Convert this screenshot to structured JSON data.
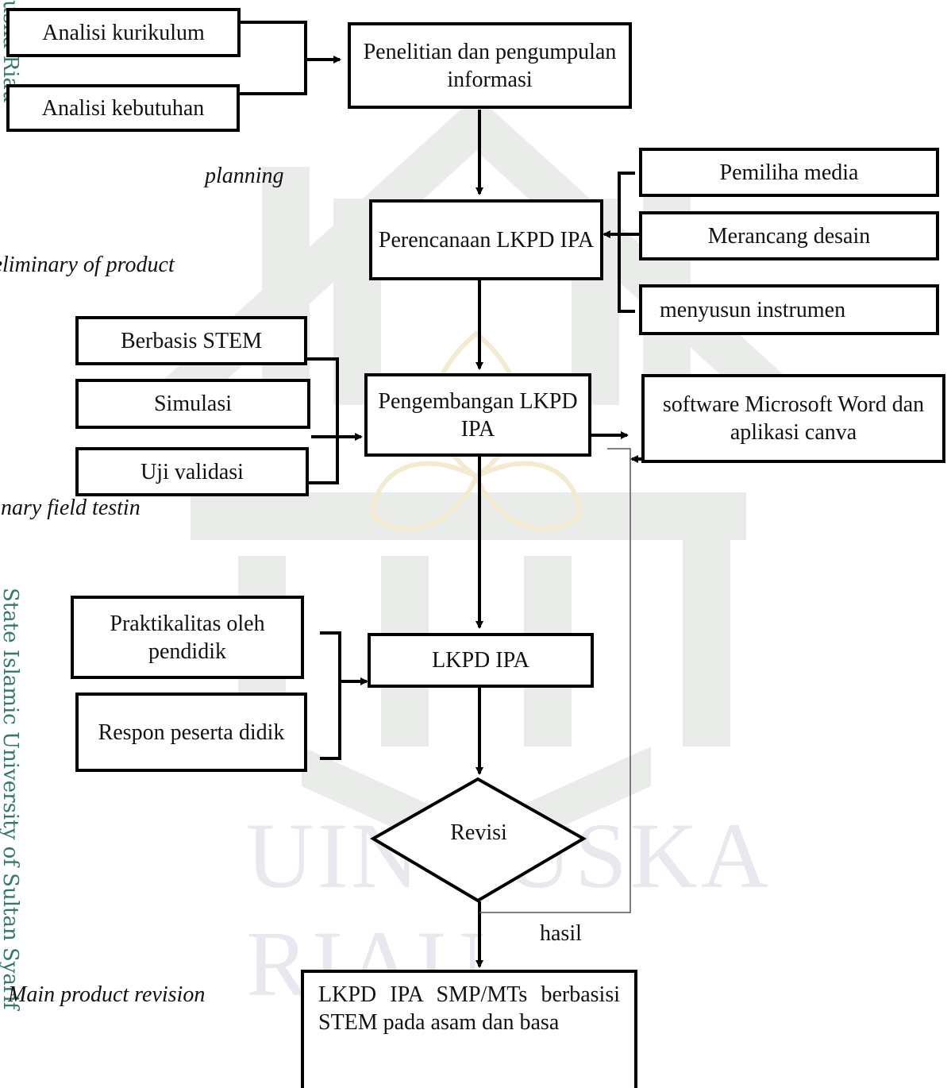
{
  "watermark": {
    "vertical_top": "uska Riau",
    "vertical_bottom": "State Islamic University of Sultan Syarif",
    "big_text": "UIN SUSKA RIAU"
  },
  "stages": {
    "planning": "planning",
    "development": "Development preliminary of product",
    "field_testing": "Preliminary field testin",
    "main_revision": "Main product revision"
  },
  "boxes": {
    "analisi_kurikulum": "Analisi kurikulum",
    "analisi_kebutuhan": "Analisi kebutuhan",
    "penelitian": "Penelitian dan pengumpulan informasi",
    "pemiliha_media": "Pemiliha media",
    "merancang_desain": "Merancang desain",
    "menyusun_instrumen": "menyusun instrumen",
    "perencanaan": "Perencanaan LKPD IPA",
    "berbasis_stem": "Berbasis STEM",
    "simulasi": "Simulasi",
    "uji_validasi": "Uji validasi",
    "pengembangan": "Pengembangan LKPD IPA",
    "software": "software Microsoft Word dan aplikasi canva",
    "praktikalitas": "Praktikalitas oleh pendidik",
    "respon": "Respon peserta didik",
    "lkpd_ipa": "LKPD IPA",
    "revisi": "Revisi",
    "hasil": "hasil",
    "final_product": "LKPD IPA SMP/MTs berbasisi STEM pada asam dan basa"
  }
}
